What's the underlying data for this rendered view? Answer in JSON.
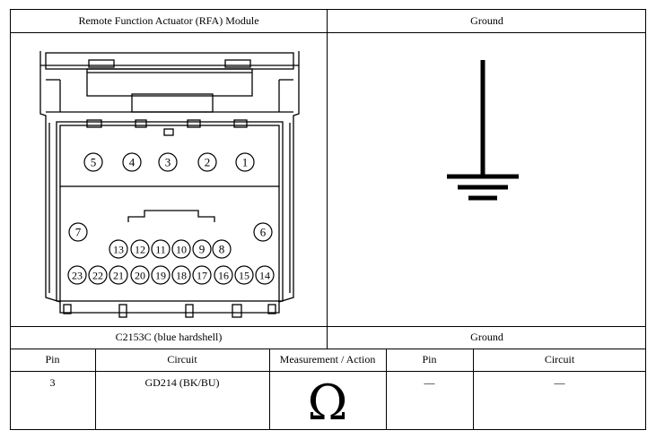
{
  "header": {
    "left_title": "Remote Function Actuator (RFA) Module",
    "right_title": "Ground"
  },
  "connector": {
    "name": "C2153C (blue hardshell)",
    "pins_top_row": [
      "5",
      "4",
      "3",
      "2",
      "1"
    ],
    "pins_side": [
      "7",
      "6"
    ],
    "pins_middle_row": [
      "13",
      "12",
      "11",
      "10",
      "9",
      "8"
    ],
    "pins_bottom_row": [
      "23",
      "22",
      "21",
      "20",
      "19",
      "18",
      "17",
      "16",
      "15",
      "14"
    ]
  },
  "ground_label": "Ground",
  "table": {
    "headers": [
      "Pin",
      "Circuit",
      "Measurement / Action",
      "Pin",
      "Circuit"
    ],
    "row": {
      "pin": "3",
      "circuit": "GD214 (BK/BU)",
      "measurement_symbol": "Ω",
      "pin2": "—",
      "circuit2": "—"
    }
  },
  "icons": {
    "ground": "ground-symbol-icon",
    "ohm": "ohmmeter-icon"
  }
}
